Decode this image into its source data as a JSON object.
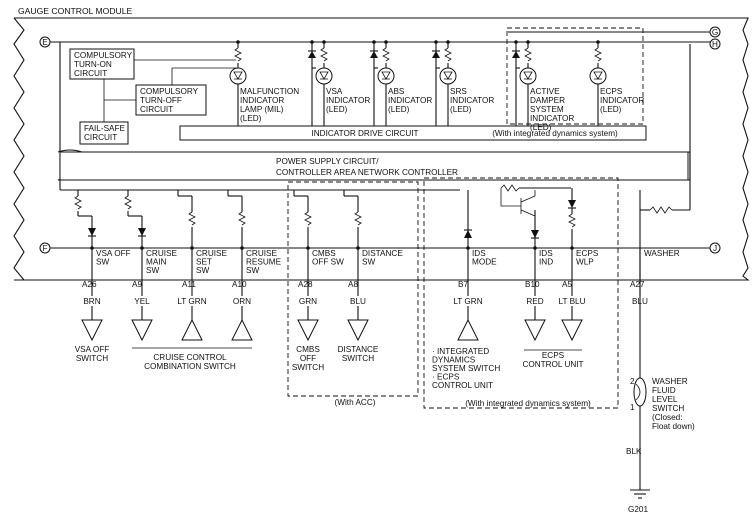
{
  "title": "GAUGE CONTROL MODULE",
  "terminals": [
    "E",
    "F",
    "G",
    "H",
    "J"
  ],
  "blocks": {
    "turn_on": [
      "COMPULSORY",
      "TURN-ON",
      "CIRCUIT"
    ],
    "turn_off": [
      "COMPULSORY",
      "TURN-OFF",
      "CIRCUIT"
    ],
    "fail_safe": [
      "FAIL-SAFE",
      "CIRCUIT"
    ],
    "indicator_drive": "INDICATOR DRIVE CIRCUIT",
    "indicator_drive_note": "(With integrated dynamics system)",
    "power_supply": [
      "POWER SUPPLY CIRCUIT/",
      "CONTROLLER AREA NETWORK CONTROLLER"
    ]
  },
  "indicators": [
    {
      "lines": [
        "MALFUNCTION",
        "INDICATOR",
        "LAMP (MIL)",
        "(LED)"
      ]
    },
    {
      "lines": [
        "VSA",
        "INDICATOR",
        "(LED)"
      ]
    },
    {
      "lines": [
        "ABS",
        "INDICATOR",
        "(LED)"
      ]
    },
    {
      "lines": [
        "SRS",
        "INDICATOR",
        "(LED)"
      ]
    },
    {
      "lines": [
        "ACTIVE",
        "DAMPER",
        "SYSTEM",
        "INDICATOR",
        "(LED)"
      ]
    },
    {
      "lines": [
        "ECPS",
        "INDICATOR",
        "(LED)"
      ]
    }
  ],
  "pins": [
    {
      "label": [
        "VSA OFF",
        "SW"
      ],
      "pin": "A26",
      "wire": "BRN"
    },
    {
      "label": [
        "CRUISE",
        "MAIN",
        "SW"
      ],
      "pin": "A9",
      "wire": "YEL"
    },
    {
      "label": [
        "CRUISE",
        "SET",
        "SW"
      ],
      "pin": "A11",
      "wire": "LT GRN"
    },
    {
      "label": [
        "CRUISE",
        "RESUME",
        "SW"
      ],
      "pin": "A10",
      "wire": "ORN"
    },
    {
      "label": [
        "CMBS",
        "OFF SW"
      ],
      "pin": "A28",
      "wire": "GRN"
    },
    {
      "label": [
        "DISTANCE",
        "SW"
      ],
      "pin": "A8",
      "wire": "BLU"
    },
    {
      "label": [
        "IDS",
        "MODE"
      ],
      "pin": "B7",
      "wire": "LT GRN"
    },
    {
      "label": [
        "IDS",
        "IND"
      ],
      "pin": "B10",
      "wire": "RED"
    },
    {
      "label": [
        "ECPS",
        "WLP"
      ],
      "pin": "A5",
      "wire": "LT BLU"
    },
    {
      "label": [
        "WASHER"
      ],
      "pin": "A27",
      "wire": "BLU"
    }
  ],
  "components": {
    "vsa_off": [
      "VSA OFF",
      "SWITCH"
    ],
    "cruise": [
      "CRUISE CONTROL",
      "COMBINATION SWITCH"
    ],
    "cmbs_off": [
      "CMBS",
      "OFF",
      "SWITCH"
    ],
    "distance": [
      "DISTANCE",
      "SWITCH"
    ],
    "ids_unit": [
      "· INTEGRATED",
      "DYNAMICS",
      "SYSTEM SWITCH",
      "· ECPS",
      "CONTROL UNIT"
    ],
    "ecps_unit": [
      "ECPS",
      "CONTROL UNIT"
    ],
    "washer_switch": [
      "WASHER",
      "FLUID",
      "LEVEL",
      "SWITCH",
      "(Closed:",
      "Float down)"
    ],
    "washer_pin_top": "2",
    "washer_pin_bottom": "1",
    "ground_wire": "BLK",
    "ground": "G201"
  },
  "notes": {
    "with_acc": "(With ACC)",
    "with_ids": "(With integrated dynamics system)"
  }
}
